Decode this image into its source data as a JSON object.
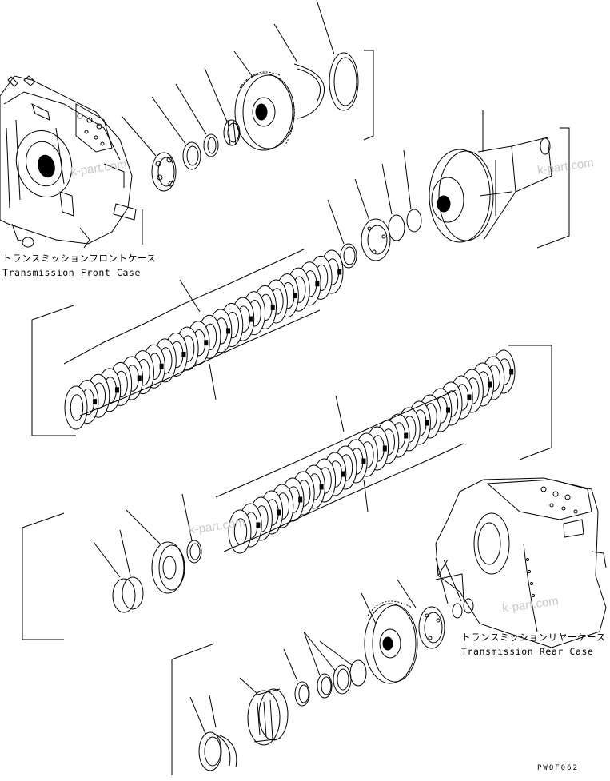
{
  "labels": {
    "front_case_jp": "トランスミッションフロントケース",
    "front_case_en": "Transmission Front Case",
    "rear_case_jp": "トランスミッションリヤーケース",
    "rear_case_en": "Transmission Rear Case",
    "drawing_code": "PWOF062"
  },
  "watermark": "k-part.com",
  "colors": {
    "ink": "#000000",
    "paper": "#ffffff",
    "watermark": "#c8c8c8"
  }
}
